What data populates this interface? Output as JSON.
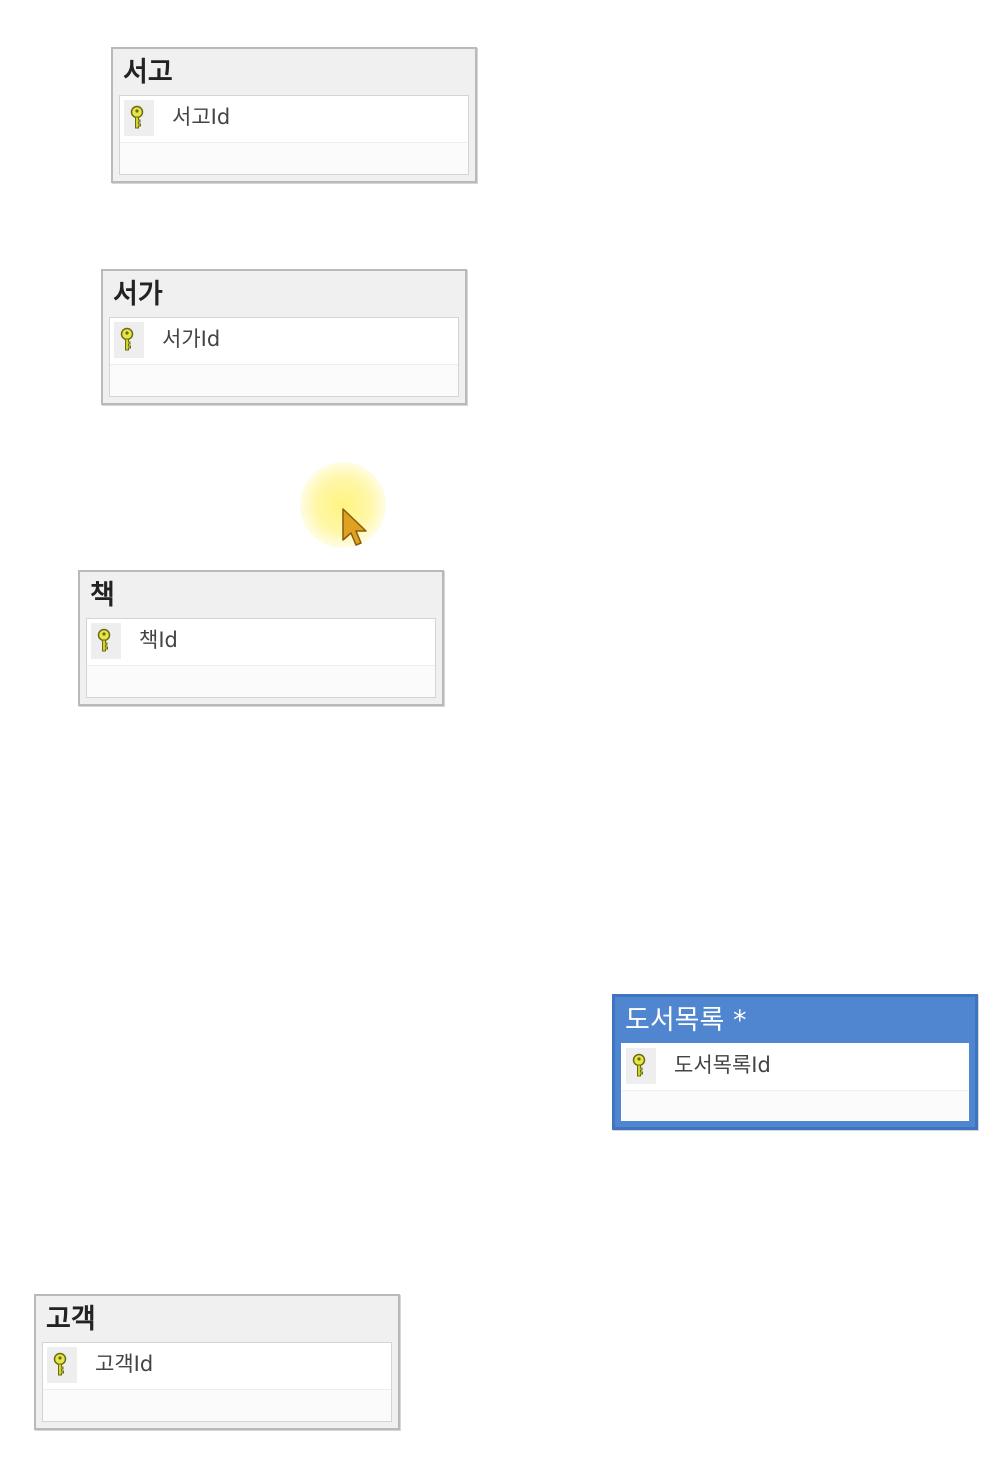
{
  "diagram": {
    "tables": [
      {
        "title": "서고",
        "columns": [
          {
            "name": "서고Id",
            "icon": "primary-key-icon"
          }
        ]
      },
      {
        "title": "서가",
        "columns": [
          {
            "name": "서가Id",
            "icon": "primary-key-icon"
          }
        ]
      },
      {
        "title": "책",
        "columns": [
          {
            "name": "책Id",
            "icon": "primary-key-icon"
          }
        ]
      },
      {
        "title": "도서목록 *",
        "columns": [
          {
            "name": "도서목록Id",
            "icon": "primary-key-icon"
          }
        ],
        "selected": true
      },
      {
        "title": "고객",
        "columns": [
          {
            "name": "고객Id",
            "icon": "primary-key-icon"
          }
        ]
      }
    ]
  },
  "colors": {
    "selected_header": "#4f86cf",
    "key_icon": "#c8c820",
    "cursor_highlight": "#fff478",
    "cursor": "#e0a020"
  }
}
